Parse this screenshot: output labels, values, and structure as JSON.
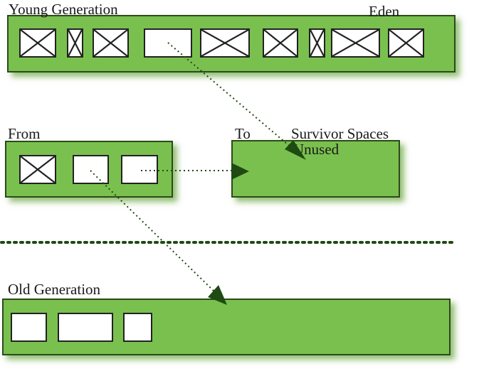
{
  "young": {
    "label": "Young Generation",
    "eden_label": "Eden"
  },
  "survivor": {
    "from_label": "From",
    "to_label": "To",
    "spaces_label": "Survivor Spaces",
    "unused_label": "Unused"
  },
  "old": {
    "label": "Old Generation"
  },
  "colors": {
    "region_fill": "#7ac04f",
    "region_border": "#2d4a1a",
    "arrow": "#1f4a12",
    "object_fill": "#ffffff"
  },
  "eden_objects": [
    {
      "state": "dead"
    },
    {
      "state": "dead"
    },
    {
      "state": "dead"
    },
    {
      "state": "live"
    },
    {
      "state": "dead"
    },
    {
      "state": "dead"
    },
    {
      "state": "dead"
    },
    {
      "state": "dead"
    },
    {
      "state": "dead"
    }
  ],
  "from_objects": [
    {
      "state": "dead"
    },
    {
      "state": "live"
    },
    {
      "state": "live"
    }
  ],
  "old_objects": [
    {
      "state": "live"
    },
    {
      "state": "live"
    },
    {
      "state": "live"
    }
  ]
}
